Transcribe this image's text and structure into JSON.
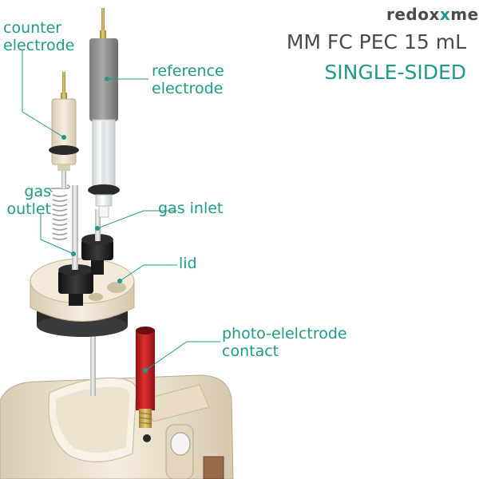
{
  "brand": {
    "pre": "redox",
    "mid": "",
    "post": "me",
    "x_glyph": "x"
  },
  "title": {
    "line1": "MM FC PEC 15 mL",
    "line2": "SINGLE-SIDED"
  },
  "labels": {
    "counter_electrode": [
      "counter",
      "electrode"
    ],
    "reference_electrode": [
      "reference",
      "electrode"
    ],
    "gas_outlet": [
      "gas",
      "outlet"
    ],
    "gas_inlet": "gas inlet",
    "lid": "lid",
    "photo_electrode_contact": [
      "photo-elelctrode",
      "contact"
    ]
  },
  "colors": {
    "accent": "#1e9a86",
    "text_dark": "#4a4a4a",
    "body": "#efe4cf",
    "cap": "#2a2a2a",
    "contact": "#c4201f",
    "brass": "#c9a84f",
    "copper": "#9a6b4a"
  }
}
